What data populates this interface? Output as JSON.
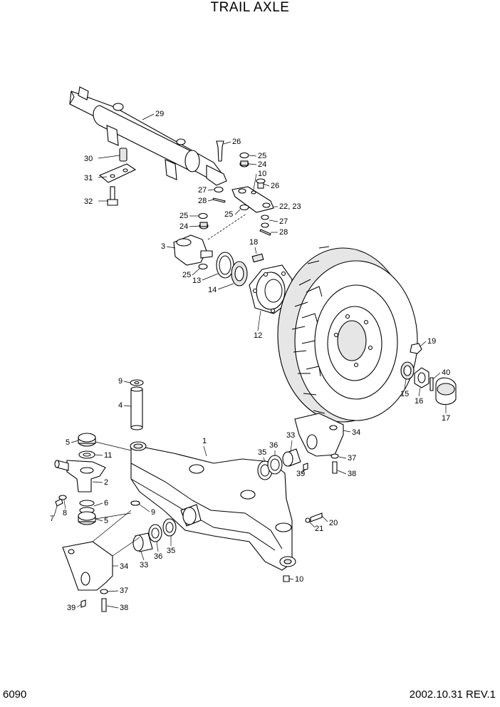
{
  "title": "TRAIL AXLE",
  "page_number": "6090",
  "revision": "2002.10.31 REV.1",
  "callouts": {
    "c29": "29",
    "c30": "30",
    "c31": "31",
    "c32": "32",
    "c26a": "26",
    "c25a": "25",
    "c24a": "24",
    "c10a": "10",
    "c26b": "26",
    "c27a": "27",
    "c28a": "28",
    "c25b": "25",
    "c2223": "22, 23",
    "c25c": "25",
    "c24b": "24",
    "c27b": "27",
    "c28b": "28",
    "c3": "3",
    "c18": "18",
    "c25d": "25",
    "c13": "13",
    "c14": "14",
    "c12": "12",
    "c19": "19",
    "c40": "40",
    "c15": "15",
    "c16": "16",
    "c17": "17",
    "c9a": "9",
    "c4": "4",
    "c1": "1",
    "c5a": "5",
    "c11": "11",
    "c2": "2",
    "c6": "6",
    "c7": "7",
    "c8": "8",
    "c5b": "5",
    "c9b": "9",
    "c34a": "34",
    "c33a": "33",
    "c36a": "36",
    "c35a": "35",
    "c37a": "37",
    "c39a": "39",
    "c38a": "38",
    "c21": "21",
    "c20": "20",
    "c10b": "10",
    "c33b": "33",
    "c36b": "36",
    "c35b": "35",
    "c34b": "34",
    "c37b": "37",
    "c39b": "39",
    "c38b": "38"
  }
}
